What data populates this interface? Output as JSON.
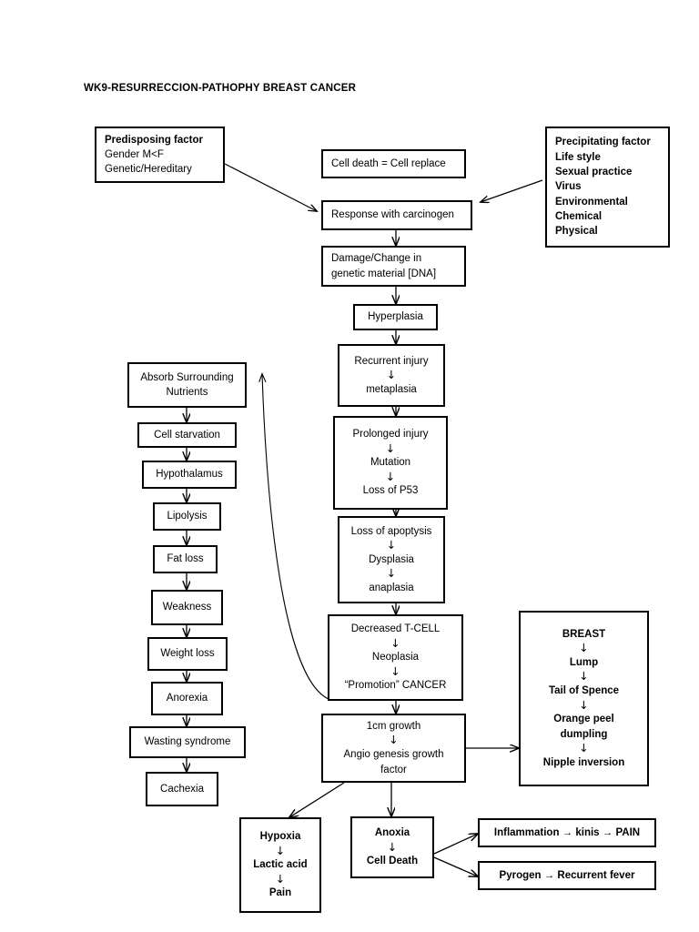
{
  "title": "WK9-RESURRECCION-PATHOPHY BREAST CANCER",
  "glyphs": {
    "down_arrow": "↓",
    "right_arrow": "→"
  },
  "nodes": {
    "predisposing": {
      "lines": [
        "Predisposing factor",
        "Gender M<F",
        "Genetic/Hereditary"
      ]
    },
    "precipitating": {
      "lines": [
        "Precipitating factor",
        "Life style",
        "Sexual practice",
        "Virus",
        "Environmental",
        "Chemical",
        "Physical"
      ]
    },
    "cell_death": {
      "lines": [
        "Cell death = Cell replace"
      ]
    },
    "response": {
      "lines": [
        "Response with carcinogen"
      ]
    },
    "damage": {
      "lines": [
        "Damage/Change in",
        "genetic material [DNA]"
      ]
    },
    "hyperplasia": {
      "lines": [
        "Hyperplasia"
      ]
    },
    "recurrent": {
      "lines": [
        "Recurrent injury",
        "↓",
        "metaplasia"
      ]
    },
    "prolonged": {
      "lines": [
        "Prolonged injury",
        "↓",
        "Mutation",
        "↓",
        "Loss of P53"
      ]
    },
    "apoptysis": {
      "lines": [
        "Loss of apoptysis",
        "↓",
        "Dysplasia",
        "↓",
        "anaplasia"
      ]
    },
    "tcell": {
      "lines": [
        "Decreased T-CELL",
        "↓",
        "Neoplasia",
        "↓",
        "“Promotion” CANCER"
      ]
    },
    "growth": {
      "lines": [
        "1cm growth",
        "↓",
        "Angio genesis growth",
        "factor"
      ]
    },
    "absorb": {
      "lines": [
        "Absorb Surrounding",
        "Nutrients"
      ]
    },
    "starvation": {
      "lines": [
        "Cell starvation"
      ]
    },
    "hypothalamus": {
      "lines": [
        "Hypothalamus"
      ]
    },
    "lipolysis": {
      "lines": [
        "Lipolysis"
      ]
    },
    "fatloss": {
      "lines": [
        "Fat loss"
      ]
    },
    "weakness": {
      "lines": [
        "Weakness"
      ]
    },
    "weightloss": {
      "lines": [
        "Weight loss"
      ]
    },
    "anorexia": {
      "lines": [
        "Anorexia"
      ]
    },
    "wasting": {
      "lines": [
        "Wasting syndrome"
      ]
    },
    "cachexia": {
      "lines": [
        "Cachexia"
      ]
    },
    "breast": {
      "lines": [
        "BREAST",
        "↓",
        "Lump",
        "↓",
        "Tail of Spence",
        "↓",
        "Orange peel",
        "dumpling",
        "↓",
        "Nipple inversion"
      ]
    },
    "hypoxia": {
      "lines": [
        "Hypoxia",
        "↓",
        "Lactic acid",
        "↓",
        "Pain"
      ]
    },
    "anoxia": {
      "lines": [
        "Anoxia",
        "↓",
        "Cell Death"
      ]
    },
    "inflammation": {
      "lines": [
        "Inflammation → kinis → PAIN"
      ]
    },
    "pyrogen": {
      "lines": [
        "Pyrogen → Recurrent fever"
      ]
    }
  }
}
